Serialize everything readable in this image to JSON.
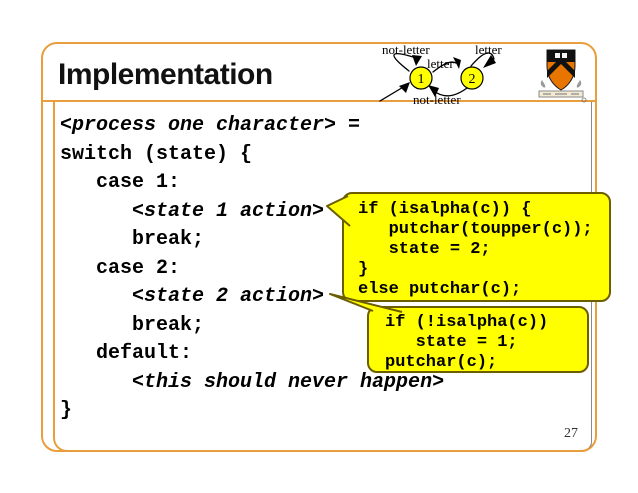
{
  "slide": {
    "title": "Implementation",
    "page_number": "27"
  },
  "state_diagram": {
    "state1": "1",
    "state2": "2",
    "label_loop1": "not-letter",
    "label_1_to_2": "letter",
    "label_loop2": "letter",
    "label_2_to_1": "not-letter"
  },
  "code": {
    "lines": [
      {
        "segments": [
          {
            "text": "<process one character>",
            "italic": true
          },
          {
            "text": " =",
            "italic": false
          }
        ]
      },
      {
        "segments": [
          {
            "text": "switch (state) {",
            "italic": false
          }
        ]
      },
      {
        "segments": [
          {
            "text": "   case 1:",
            "italic": false
          }
        ]
      },
      {
        "segments": [
          {
            "text": "      ",
            "italic": false
          },
          {
            "text": "<state 1 action>",
            "italic": true
          }
        ]
      },
      {
        "segments": [
          {
            "text": "      break;",
            "italic": false
          }
        ]
      },
      {
        "segments": [
          {
            "text": "   case 2:",
            "italic": false
          }
        ]
      },
      {
        "segments": [
          {
            "text": "      ",
            "italic": false
          },
          {
            "text": "<state 2 action>",
            "italic": true
          }
        ]
      },
      {
        "segments": [
          {
            "text": "      break;",
            "italic": false
          }
        ]
      },
      {
        "segments": [
          {
            "text": "   default:",
            "italic": false
          }
        ]
      },
      {
        "segments": [
          {
            "text": "      ",
            "italic": false
          },
          {
            "text": "<this should never happen>",
            "italic": true
          }
        ]
      },
      {
        "segments": [
          {
            "text": "}",
            "italic": false
          }
        ]
      }
    ]
  },
  "callouts": [
    {
      "name": "state-1-action-callout",
      "lines": [
        "if (isalpha(c)) {",
        "   putchar(toupper(c));",
        "   state = 2;",
        "}",
        "else putchar(c);"
      ]
    },
    {
      "name": "state-2-action-callout",
      "lines": [
        "if (!isalpha(c))",
        "   state = 1;",
        "putchar(c);"
      ]
    }
  ],
  "colors": {
    "border_orange": "#E89E3C",
    "state_fill": "#FFFF00",
    "callout_fill": "#FFFF00",
    "callout_border": "#6B5D00",
    "princeton_orange": "#E77500"
  }
}
